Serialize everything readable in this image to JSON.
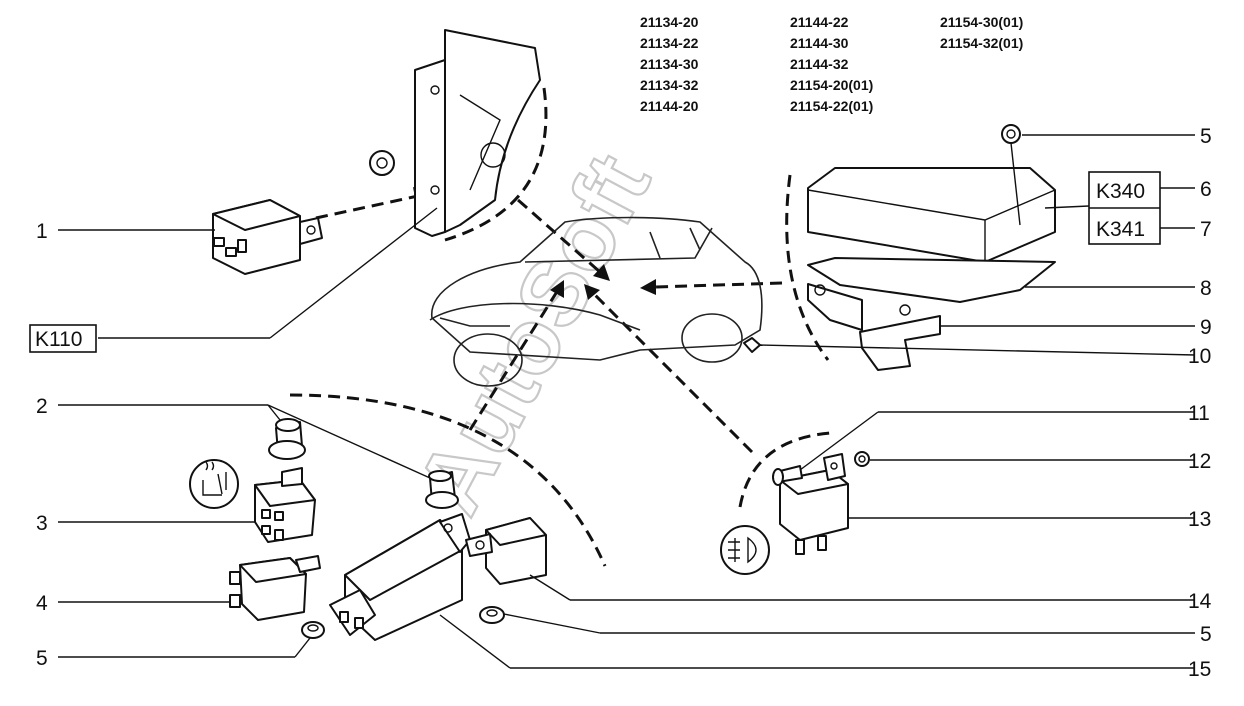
{
  "model_codes": [
    [
      "21134-20",
      "21134-22",
      "21134-30",
      "21134-32",
      "21144-20"
    ],
    [
      "21144-22",
      "21144-30",
      "21144-32",
      "21154-20(01)",
      "21154-22(01)"
    ],
    [
      "21154-30(01)",
      "21154-32(01)"
    ]
  ],
  "callouts": {
    "c1": "1",
    "c2": "2",
    "c3": "3",
    "c4": "4",
    "c5a": "5",
    "c5b": "5",
    "c5c": "5",
    "c6": "6",
    "c7": "7",
    "c8": "8",
    "c9": "9",
    "c10": "10",
    "c11": "11",
    "c12": "12",
    "c13": "13",
    "c14": "14",
    "c15": "15"
  },
  "boxed_labels": {
    "k110": "K110",
    "k340": "K340",
    "k341": "K341"
  },
  "watermark": "AutoSoft",
  "icons": {
    "seat_heater": "heated-seat-icon",
    "fog_light": "fog-light-icon"
  },
  "colors": {
    "ink": "#111111",
    "paper": "#ffffff",
    "watermark": "#c8c8c8"
  }
}
